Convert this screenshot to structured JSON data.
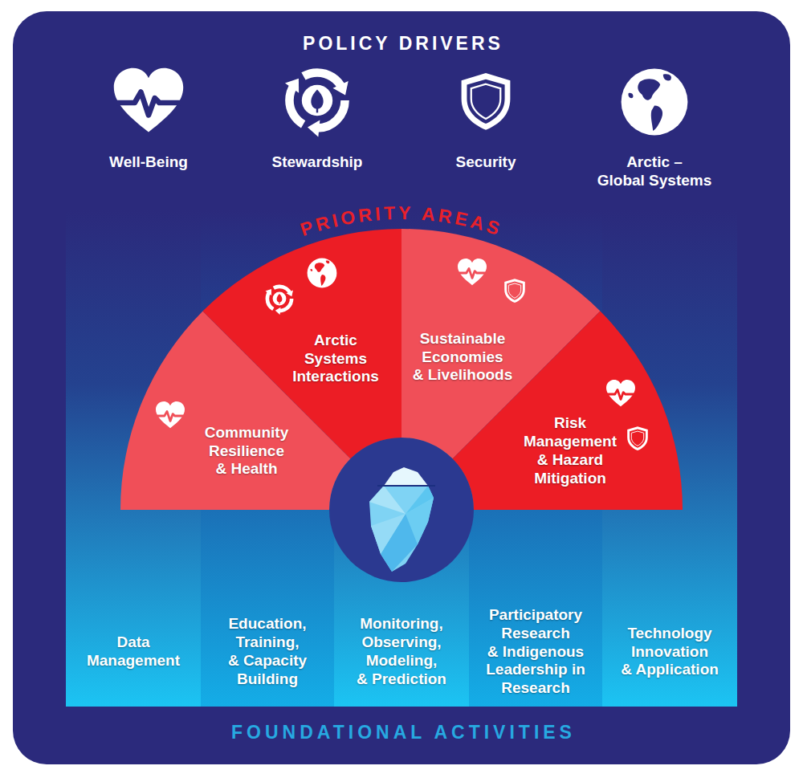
{
  "diagram": {
    "nodes": [
      {
        "text": [
          "Community Resilience & Health"
        ]
      },
      {
        "text": [
          "Arctic Systems Interactions"
        ]
      },
      {
        "text": [
          "Sustainable Economies & Livelihoods"
        ]
      },
      {
        "text": [
          "Risk Management & Hazard Mitigation"
        ]
      },
      {
        "text": [
          "Data Management"
        ]
      },
      {
        "text": [
          "Education, Training, & Capacity Building"
        ]
      },
      {
        "text": [
          "Monitoring, Observing, Modeling, & Prediction"
        ]
      },
      {
        "text": [
          "Participatory Research & Indigenous Leadership in Research"
        ]
      },
      {
        "text": [
          "Technology Innovation & Application"
        ]
      }
    ],
    "labels": [
      "POLICY DRIVERS",
      "Well-Being",
      "Stewardship",
      "Security",
      "Arctic – Global Systems",
      "PRIORITY AREAS",
      "FOUNDATIONAL ACTIVITIES"
    ]
  }
}
